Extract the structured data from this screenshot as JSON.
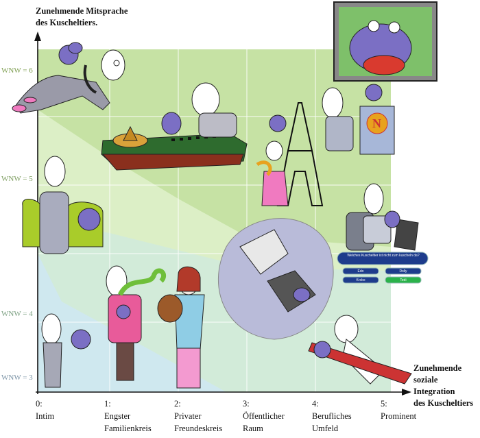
{
  "axes": {
    "y_title_line1": "Zunehmende Mitsprache",
    "y_title_line2": "des Kuscheltiers.",
    "x_title_line1": "Zunehmende",
    "x_title_line2": "soziale Integration",
    "x_title_line3": "des Kuscheltiers"
  },
  "y_levels": [
    {
      "label": "WNW = 3",
      "color": "#7c94a6"
    },
    {
      "label": "WNW = 4",
      "color": "#7a9f80"
    },
    {
      "label": "WNW = 5",
      "color": "#7f9f62"
    },
    {
      "label": "WNW = 6",
      "color": "#7f9f52"
    }
  ],
  "x_levels": [
    {
      "num": "0:",
      "line1": "Intim",
      "line2": ""
    },
    {
      "num": "1:",
      "line1": "Engster",
      "line2": "Familienkreis"
    },
    {
      "num": "2:",
      "line1": "Privater",
      "line2": "Freundeskreis"
    },
    {
      "num": "3:",
      "line1": "Öffentlicher",
      "line2": "Raum"
    },
    {
      "num": "4:",
      "line1": "Berufliches",
      "line2": "Umfeld"
    },
    {
      "num": "5:",
      "line1": "Prominent",
      "line2": ""
    }
  ],
  "quiz": {
    "question": "Welches Kuscheltier ist nicht zum kuscheln da?",
    "answers": [
      "Edo",
      "Dolly",
      "Kroko",
      "Tedi"
    ]
  },
  "podium_letter": "N",
  "colors": {
    "zone_blue": "#cfe8ef",
    "zone_teal": "#d2ebd9",
    "zone_light_green": "#dcefc6",
    "zone_green": "#c6e2a4",
    "hippo": "#7b6fc4",
    "grid": "#ffffff"
  }
}
